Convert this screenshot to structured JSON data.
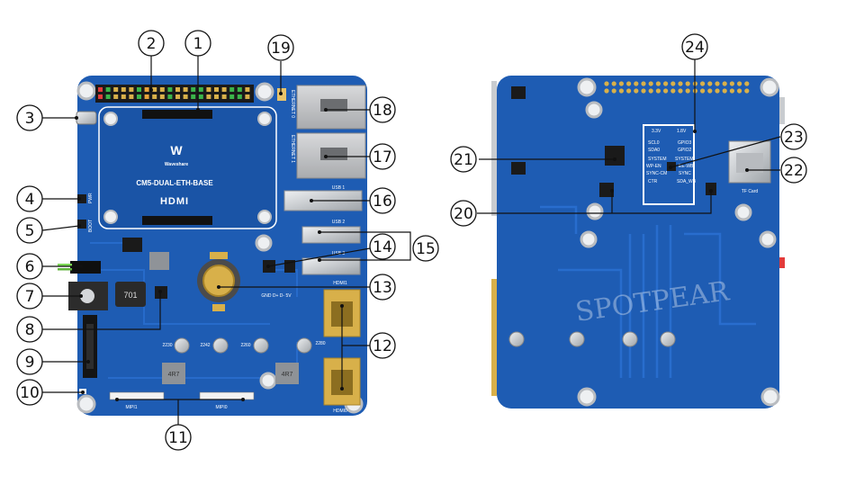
{
  "labels": {
    "brand": "Waveshare",
    "model": "CM5-DUAL-ETH-BASE",
    "hdmi_logo": "HDMI",
    "pwr": "PWR",
    "boot": "BOOT",
    "ethernet0": "ETHERNET 0",
    "ethernet1": "ETHERNET 1",
    "usb1": "USB 1",
    "usb2": "USB 2",
    "usb3": "USB 3",
    "hdmi1": "HDMI1",
    "hdmi0": "HDMI0",
    "mipi1": "MIPI1",
    "mipi0": "MIPI0",
    "ind_701": "701",
    "ind_4r7_a": "4R7",
    "ind_4r7_b": "4R7",
    "m2_2230": "2230",
    "m2_2242": "2242",
    "m2_2260": "2260",
    "m2_2280": "2280",
    "usb_pins": "GND D+ D- 5V",
    "tf_card": "TF Card",
    "watermark": "SPOTPEAR",
    "tbl_r1a": "3.3V",
    "tbl_r1b": "1.8V",
    "tbl_r2a": "SCL0",
    "tbl_r2b": "GPIO3",
    "tbl_r3a": "SDA0",
    "tbl_r3b": "GPIO2",
    "tbl_r4a": "SYSTEM",
    "tbl_r4b": "SYSTEM",
    "tbl_r5a": "WP-EN",
    "tbl_r5b": "EE-WB",
    "tbl_r6a": "SYNC-CM",
    "tbl_r6b": "SYNC",
    "tbl_r7a": "CTR",
    "tbl_r7b": "SDA_WB"
  },
  "callouts": [
    "1",
    "2",
    "3",
    "4",
    "5",
    "6",
    "7",
    "8",
    "9",
    "10",
    "11",
    "12",
    "13",
    "14",
    "15",
    "16",
    "17",
    "18",
    "19",
    "20",
    "21",
    "22",
    "23",
    "24"
  ],
  "colors": {
    "pcb": "#1e5cb3",
    "pcb_dark": "#17498f",
    "trace": "#2a6fd0",
    "gold": "#d8b04a",
    "metal": "#c9ccd0"
  }
}
